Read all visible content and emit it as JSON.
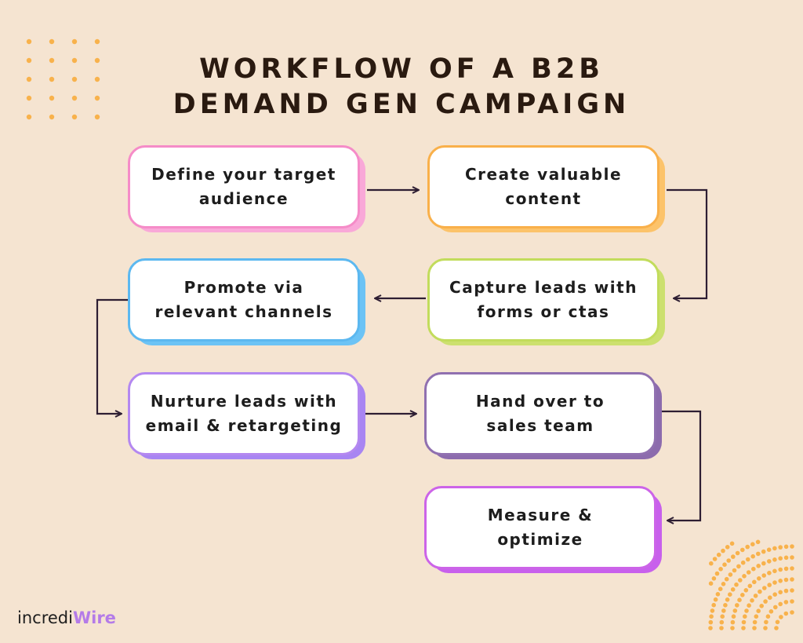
{
  "title_lines": [
    "WORKFLOW OF A B2B",
    "DEMAND GEN CAMPAIGN"
  ],
  "steps": [
    {
      "label": "Define your target\naudience",
      "border": "#f58cc8",
      "shadow": "#f9a8d8"
    },
    {
      "label": "Create valuable\ncontent",
      "border": "#f9b04a",
      "shadow": "#fcc36a"
    },
    {
      "label": "Capture leads with\nforms or ctas",
      "border": "#c2dc5c",
      "shadow": "#cce06f"
    },
    {
      "label": "Promote via\nrelevant channels",
      "border": "#5cb8f0",
      "shadow": "#6cc3f5"
    },
    {
      "label": "Nurture leads with\nemail & retargeting",
      "border": "#b488f0",
      "shadow": "#a885f2"
    },
    {
      "label": "Hand over to\nsales team",
      "border": "#9070b0",
      "shadow": "#8c6bad"
    },
    {
      "label": "Measure &\noptimize",
      "border": "#cc64e8",
      "shadow": "#c860ec"
    }
  ],
  "logo": {
    "main": "incredi",
    "accent": "Wire"
  },
  "colors": {
    "background": "#f5e4d1",
    "arrow": "#2e1e33",
    "dots": "#f8b24c"
  }
}
